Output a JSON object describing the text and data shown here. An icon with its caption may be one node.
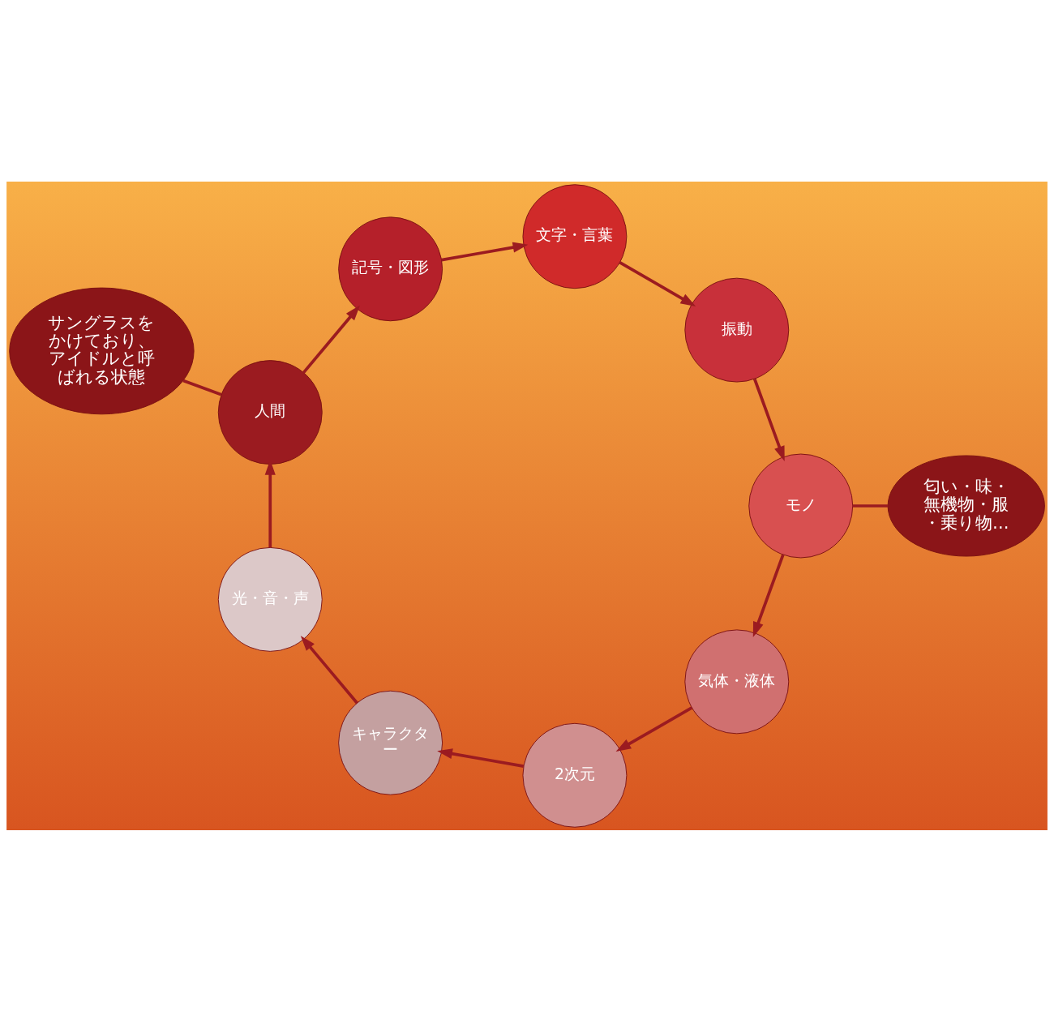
{
  "diagram": {
    "nodes": [
      {
        "text": [
          "人間"
        ]
      },
      {
        "text": [
          "記号・図形"
        ]
      },
      {
        "text": [
          "文字・言葉"
        ]
      },
      {
        "text": [
          "振動"
        ]
      },
      {
        "text": [
          "モノ"
        ]
      },
      {
        "text": [
          "気体・液体"
        ]
      },
      {
        "text": [
          "2次元"
        ]
      },
      {
        "text": [
          "キャラクター"
        ]
      },
      {
        "text": [
          "光・音・声"
        ]
      },
      {
        "text": [
          "サングラスをかけており、アイドルと呼ばれる状態"
        ]
      },
      {
        "text": [
          "匂い・味・無機物・服・乗り物…"
        ]
      }
    ],
    "edges": [
      {
        "from": 0,
        "to": 1,
        "arrow": "to"
      },
      {
        "from": 1,
        "to": 2,
        "arrow": "to"
      },
      {
        "from": 2,
        "to": 3,
        "arrow": "to"
      },
      {
        "from": 3,
        "to": 4,
        "arrow": "to"
      },
      {
        "from": 4,
        "to": 5,
        "arrow": "to"
      },
      {
        "from": 5,
        "to": 6,
        "arrow": "to"
      },
      {
        "from": 6,
        "to": 7,
        "arrow": "to"
      },
      {
        "from": 7,
        "to": 8,
        "arrow": "to"
      },
      {
        "from": 8,
        "to": 0,
        "arrow": "to"
      },
      {
        "from": 9,
        "to": 0,
        "arrow": "none"
      },
      {
        "from": 10,
        "to": 4,
        "arrow": "none"
      }
    ]
  }
}
